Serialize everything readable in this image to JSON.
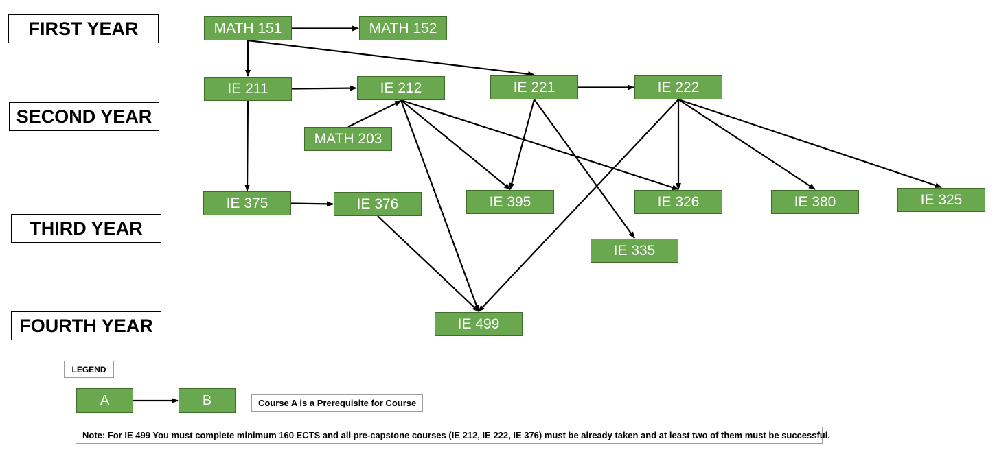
{
  "years": {
    "first": "FIRST YEAR",
    "second": "SECOND YEAR",
    "third": "THIRD YEAR",
    "fourth": "FOURTH YEAR"
  },
  "courses": {
    "math151": "MATH 151",
    "math152": "MATH 152",
    "ie211": "IE 211",
    "ie212": "IE 212",
    "ie221": "IE 221",
    "ie222": "IE 222",
    "math203": "MATH 203",
    "ie375": "IE 375",
    "ie376": "IE 376",
    "ie395": "IE 395",
    "ie326": "IE 326",
    "ie380": "IE 380",
    "ie325": "IE 325",
    "ie335": "IE 335",
    "ie499": "IE 499"
  },
  "prerequisites": [
    [
      "math151",
      "math152"
    ],
    [
      "math151",
      "ie211"
    ],
    [
      "math151",
      "ie221"
    ],
    [
      "ie211",
      "ie212"
    ],
    [
      "ie211",
      "ie375"
    ],
    [
      "math203",
      "ie212"
    ],
    [
      "ie221",
      "ie222"
    ],
    [
      "ie212",
      "ie395"
    ],
    [
      "ie212",
      "ie326"
    ],
    [
      "ie212",
      "ie499"
    ],
    [
      "ie221",
      "ie395"
    ],
    [
      "ie221",
      "ie335"
    ],
    [
      "ie222",
      "ie326"
    ],
    [
      "ie222",
      "ie380"
    ],
    [
      "ie222",
      "ie325"
    ],
    [
      "ie222",
      "ie499"
    ],
    [
      "ie375",
      "ie376"
    ],
    [
      "ie376",
      "ie499"
    ]
  ],
  "legend": {
    "title": "LEGEND",
    "a": "A",
    "b": "B",
    "description": "Course A is a Prerequisite for Course"
  },
  "note": "Note: For IE 499 You must complete minimum 160 ECTS and all pre-capstone courses (IE 212, IE 222, IE 376) must be already taken and at least two of them must be successful.",
  "colors": {
    "course_fill": "#6aa84f",
    "course_border": "#3e6d2a",
    "arrow": "#000000"
  }
}
